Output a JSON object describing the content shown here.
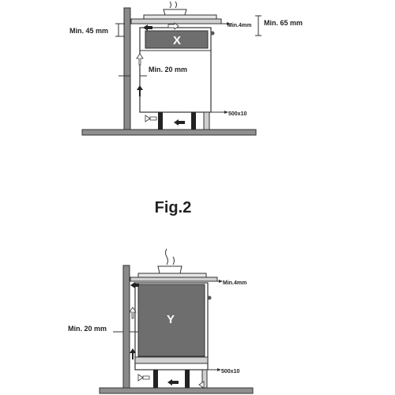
{
  "figure_title": "Fig.2",
  "diagram_1": {
    "dim_min45": "Min. 45 mm",
    "dim_min4": "Min.4mm",
    "dim_min65": "Min. 65 mm",
    "dim_min20": "Min. 20 mm",
    "vent_size": "500x10",
    "cabinet_label": "X"
  },
  "diagram_2": {
    "dim_min4": "Min.4mm",
    "dim_min20": "Min. 20 mm",
    "vent_size": "500x10",
    "cabinet_label": "Y"
  },
  "colors": {
    "wall": "#8a8a8a",
    "floor": "#8f8f8f",
    "cabinet_dark": "#6e6e6e",
    "line": "#333333",
    "countertop": "#d0d0d0"
  }
}
